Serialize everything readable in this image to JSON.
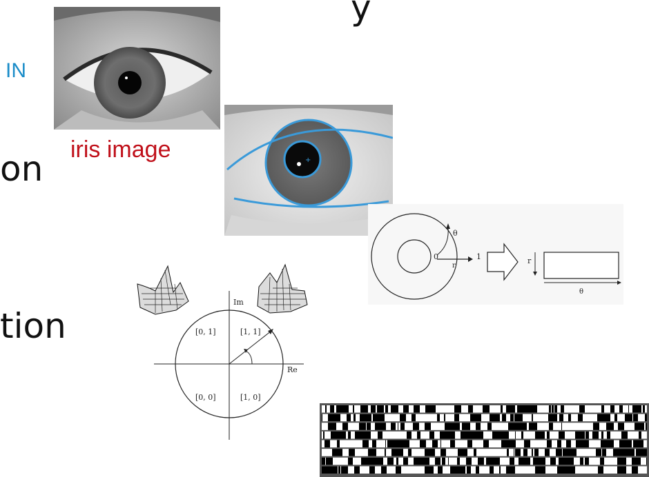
{
  "slide": {
    "heading_fragment": "y",
    "line1_fragment": "on",
    "line2_fragment": "tion",
    "input_label": "IN",
    "iris_label": "iris image"
  },
  "normalization_diagram": {
    "theta_label": "θ",
    "zero_label": "0",
    "r_label": "r",
    "one_label": "1",
    "r_axis_label": "r",
    "theta_axis_label": "θ"
  },
  "phase_quadrant_diagram": {
    "im_label": "Im",
    "re_label": "Re",
    "quadrants": [
      "[0, 1]",
      "[1, 1]",
      "[0, 0]",
      "[1, 0]"
    ]
  },
  "iris_code": {
    "rows": 8,
    "colors": {
      "dark": "#000000",
      "light": "#ffffff",
      "frame": "#555555"
    }
  },
  "colors": {
    "input_label": "#1a8cc8",
    "iris_label": "#c0101a",
    "segmentation": "#3a9ad9"
  }
}
